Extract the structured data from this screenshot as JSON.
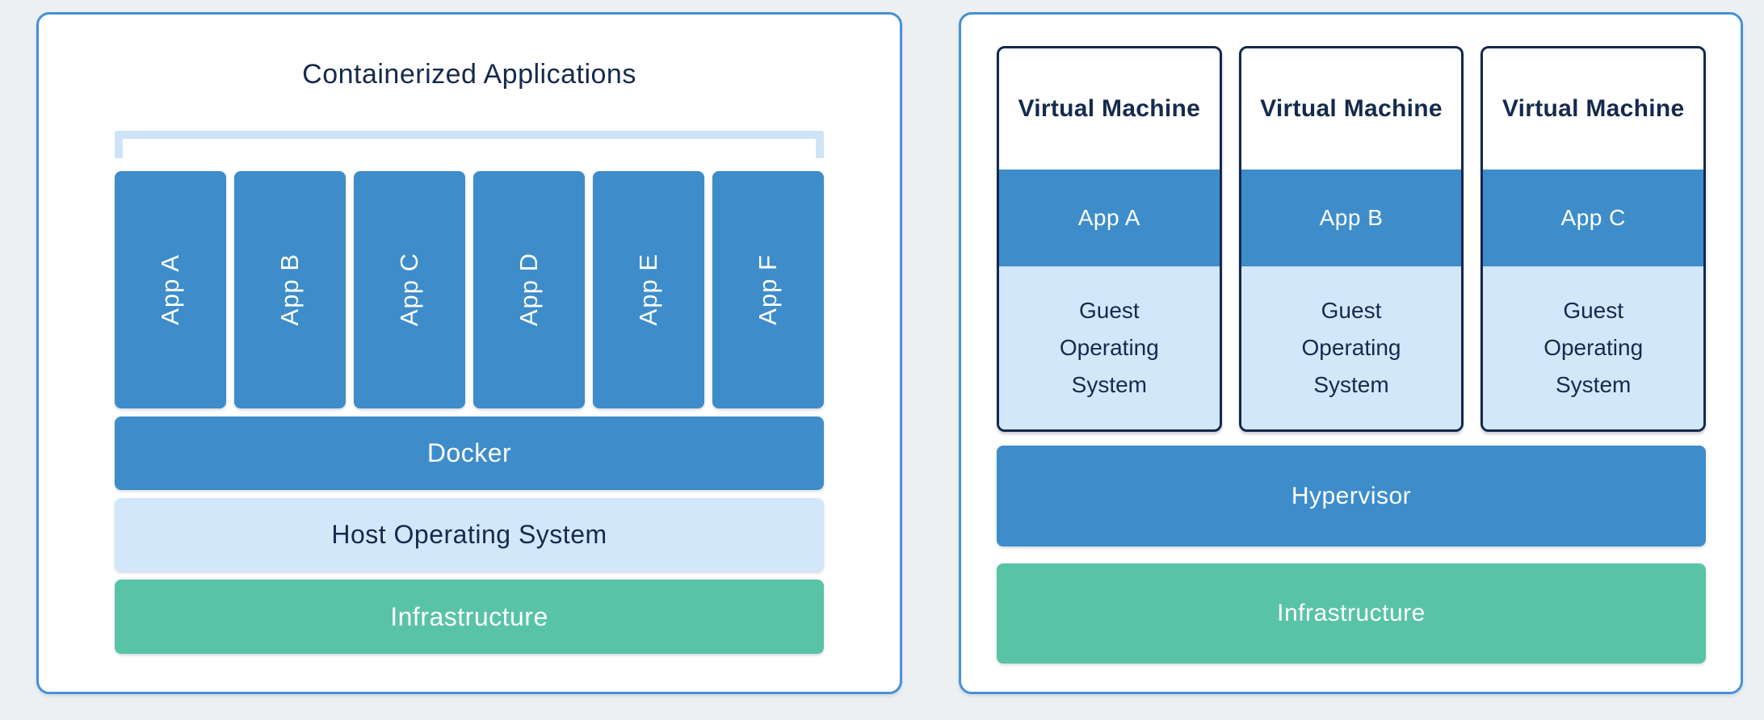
{
  "diagram": {
    "background": "#EDF0F3",
    "colors": {
      "primary_blue": "#3E8DCA",
      "light_blue": "#D3E7FA",
      "green": "#59C3A6",
      "navy_text": "#152A4E",
      "panel_border_blue": "#4591D6",
      "vm_card_border_navy": "#13294E",
      "bracket_blue": "#CEE3F6",
      "panel_background": "#FFFFFF"
    }
  },
  "left_panel": {
    "title": "Containerized Applications",
    "apps": [
      "App A",
      "App B",
      "App C",
      "App D",
      "App E",
      "App F"
    ],
    "docker_label": "Docker",
    "host_os_label": "Host Operating System",
    "infrastructure_label": "Infrastructure"
  },
  "right_panel": {
    "vms": [
      {
        "title": "Virtual Machine",
        "app": "App A",
        "os": "Guest Operating System"
      },
      {
        "title": "Virtual Machine",
        "app": "App B",
        "os": "Guest Operating System"
      },
      {
        "title": "Virtual Machine",
        "app": "App C",
        "os": "Guest Operating System"
      }
    ],
    "hypervisor_label": "Hypervisor",
    "infrastructure_label": "Infrastructure"
  }
}
